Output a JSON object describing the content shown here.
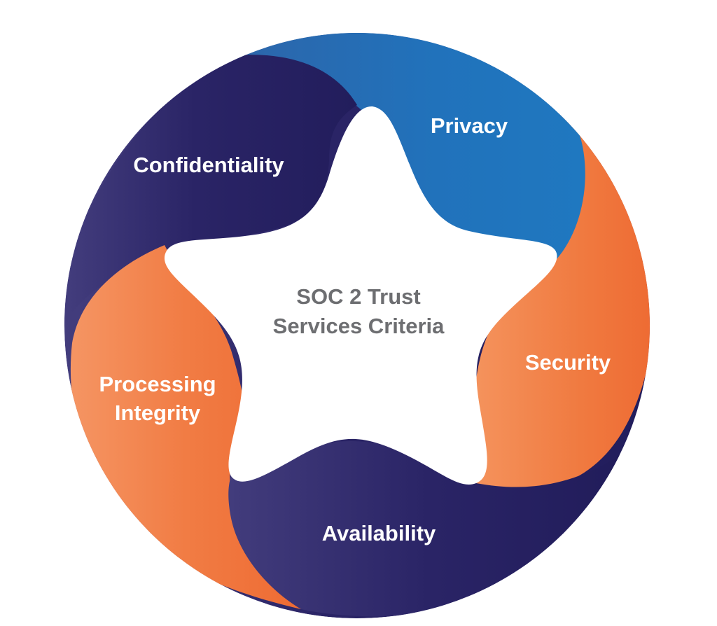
{
  "center": {
    "line1": "SOC 2 Trust",
    "line2": "Services Criteria"
  },
  "segments": {
    "privacy": {
      "label": "Privacy"
    },
    "security": {
      "label": "Security"
    },
    "availability": {
      "label": "Availability"
    },
    "processing_integrity": {
      "line1": "Processing",
      "line2": "Integrity"
    },
    "confidentiality": {
      "label": "Confidentiality"
    }
  },
  "colors": {
    "navy_dark": "#221d5c",
    "navy_light": "#3f3b7a",
    "blue_dark": "#2b69ae",
    "blue_light": "#1f78c0",
    "orange_dark": "#ef6a33",
    "orange_light": "#f48a55",
    "center_text": "#6d6e71"
  }
}
